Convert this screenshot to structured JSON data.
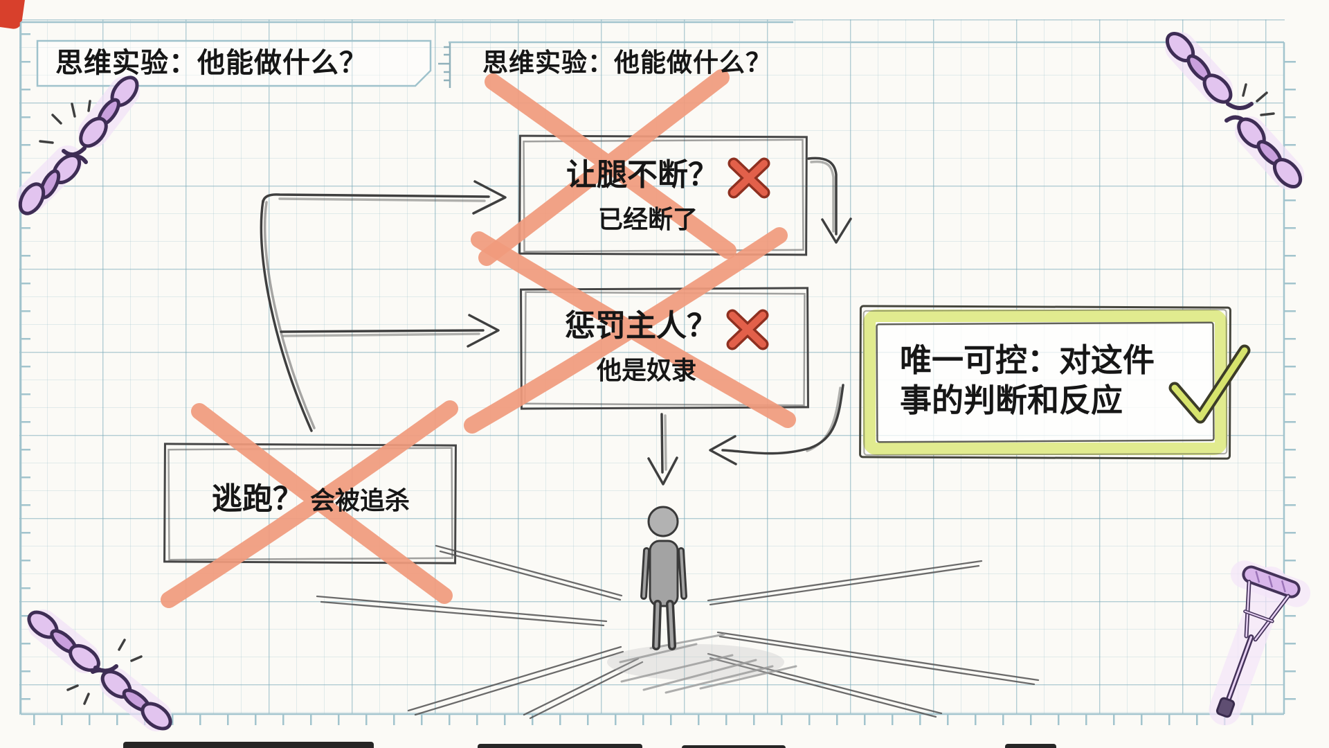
{
  "titles": {
    "boxed": "思维实验：他能做什么？",
    "repeated": "思维实验：他能做什么？"
  },
  "options": [
    {
      "question": "让腿不断？",
      "answer": "已经断了",
      "verdict": "rejected"
    },
    {
      "question": "惩罚主人？",
      "answer": "他是奴隶",
      "verdict": "rejected"
    },
    {
      "question": "逃跑？",
      "answer": "会被追杀",
      "verdict": "rejected"
    }
  ],
  "conclusion": {
    "line1": "唯一可控：对这件",
    "line2": "事的判断和反应",
    "verdict": "accepted"
  },
  "icons": {
    "red_x": "red-x-icon",
    "green_check": "green-check-icon",
    "broken_chain": "broken-chain-icon",
    "crutch": "crutch-icon",
    "person": "person-at-crossroads-icon",
    "mini_ruler": "ruler-icon"
  },
  "colors": {
    "strike_x": "#f19b7d",
    "red_x_fill": "#e2604a",
    "red_x_outline": "#8e3020",
    "highlight_green": "#e1eb8f",
    "check_green": "#d7e46d",
    "chain_purple": "#d4abe5",
    "grid_blue": "#a2c4cd",
    "ink": "#161616",
    "sketch": "#454545"
  }
}
